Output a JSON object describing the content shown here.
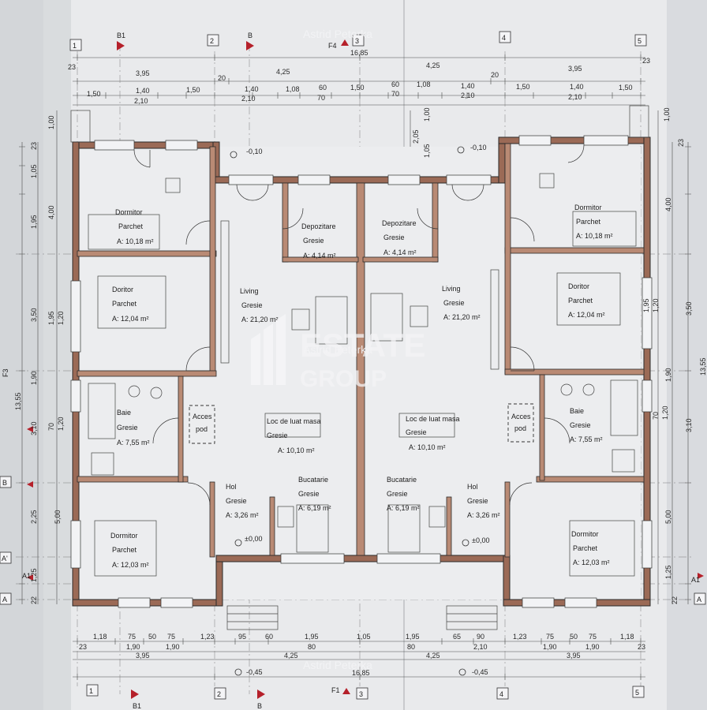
{
  "watermarks": {
    "top": "Astrid Peterka",
    "center": "Astrid Peterka",
    "bottom": "Astrid Peterka",
    "brand_line1": "ESTATE",
    "brand_line2": "GROUP"
  },
  "axes": {
    "top": [
      "1",
      "2",
      "3",
      "4",
      "5"
    ],
    "bottom": [
      "1",
      "2",
      "3",
      "4",
      "5"
    ],
    "top_marks": [
      "B1",
      "B"
    ],
    "bottom_marks": [
      "B1",
      "B"
    ],
    "left_letters": [
      "B",
      "A'",
      "A1",
      "A"
    ],
    "right_letters": [
      "A1",
      "A"
    ],
    "sections": [
      "F4",
      "F1",
      "F3"
    ]
  },
  "levels": {
    "upper_left": "-0,10",
    "upper_right": "-0,10",
    "entry_left": "±0,00",
    "entry_right": "±0,00",
    "lower_left": "-0,45",
    "lower_right": "-0,45"
  },
  "rooms": [
    {
      "name": "Dormitor",
      "finish": "Parchet",
      "area": "A: 10,18 m²"
    },
    {
      "name": "Doritor",
      "finish": "Parchet",
      "area": "A: 12,04 m²"
    },
    {
      "name": "Living",
      "finish": "Gresie",
      "area": "A: 21,20 m²"
    },
    {
      "name": "Depozitare",
      "finish": "Gresie",
      "area": "A: 4,14 m²"
    },
    {
      "name": "Depozitare",
      "finish": "Gresie",
      "area": "A: 4,14 m²"
    },
    {
      "name": "Living",
      "finish": "Gresie",
      "area": "A: 21,20 m²"
    },
    {
      "name": "Dormitor",
      "finish": "Parchet",
      "area": "A: 10,18 m²"
    },
    {
      "name": "Doritor",
      "finish": "Parchet",
      "area": "A: 12,04 m²"
    },
    {
      "name": "Baie",
      "finish": "Gresie",
      "area": "A: 7,55 m²"
    },
    {
      "name": "Acces",
      "finish": "pod",
      "area": ""
    },
    {
      "name": "Loc de luat masa",
      "finish": "Gresie",
      "area": "A: 10,10 m²"
    },
    {
      "name": "Loc de luat masa",
      "finish": "Gresie",
      "area": "A: 10,10 m²"
    },
    {
      "name": "Acces",
      "finish": "pod",
      "area": ""
    },
    {
      "name": "Baie",
      "finish": "Gresie",
      "area": "A: 7,55 m²"
    },
    {
      "name": "Hol",
      "finish": "Gresie",
      "area": "A: 3,26 m²"
    },
    {
      "name": "Bucatarie",
      "finish": "Gresie",
      "area": "A: 6,19 m²"
    },
    {
      "name": "Bucatarie",
      "finish": "Gresie",
      "area": "A: 6,19 m²"
    },
    {
      "name": "Hol",
      "finish": "Gresie",
      "area": "A: 3,26 m²"
    },
    {
      "name": "Dormitor",
      "finish": "Parchet",
      "area": "A: 12,03 m²"
    },
    {
      "name": "Dormitor",
      "finish": "Parchet",
      "area": "A: 12,03 m²"
    }
  ],
  "dimensions": {
    "top_total": "16,85",
    "top_row2": [
      "23",
      "3,95",
      "20",
      "4,25",
      "4,25",
      "20",
      "3,95",
      "23"
    ],
    "top_row3": [
      "1,50",
      "1,40",
      "1,50",
      "1,40",
      "1,08",
      "60",
      "1,50",
      "60",
      "1,08",
      "1,40",
      "1,50",
      "1,40",
      "1,50"
    ],
    "top_row4": [
      "2,10",
      "2,10",
      "70",
      "70",
      "2,10",
      "2,10"
    ],
    "bottom_row1": [
      "1,18",
      "75",
      "50",
      "75",
      "1,23",
      "95",
      "60",
      "1,95",
      "1,05",
      "1,95",
      "65",
      "90",
      "1,23",
      "75",
      "50",
      "75",
      "1,18"
    ],
    "bottom_row2": [
      "23",
      "1,90",
      "1,90",
      "80",
      "80",
      "2,10",
      "1,90",
      "1,90",
      "23"
    ],
    "bottom_row3": [
      "3,95",
      "4,25",
      "4,25",
      "3,95"
    ],
    "bottom_total": "16,85",
    "left_outer": [
      "13,55"
    ],
    "left_mid": [
      "23",
      "1,05",
      "1,95",
      "3,50",
      "1,90",
      "3,10",
      "2,25",
      "5,00",
      "1,25",
      "22"
    ],
    "left_inner": [
      "1,00",
      "4,00",
      "1,95",
      "1,20",
      "70",
      "1,20"
    ],
    "right_outer": [
      "13,55"
    ],
    "right_mid": [
      "23",
      "4,00",
      "3,50",
      "1,90",
      "3,10",
      "5,00",
      "1,25",
      "22"
    ],
    "right_inner": [
      "1,00",
      "1,95",
      "1,20",
      "70",
      "1,20"
    ],
    "mid_top": [
      "2,05",
      "1,05",
      "1,00"
    ]
  }
}
